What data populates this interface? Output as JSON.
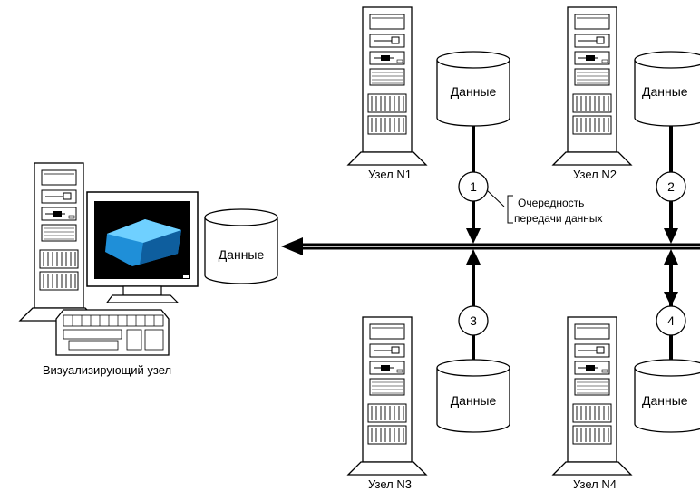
{
  "visual_node": {
    "label": "Визуализирующий узел",
    "storage_label": "Данные"
  },
  "nodes": [
    {
      "label": "Узел N1",
      "storage_label": "Данные",
      "order": "1"
    },
    {
      "label": "Узел N2",
      "storage_label": "Данные",
      "order": "2"
    },
    {
      "label": "Узел N3",
      "storage_label": "Данные",
      "order": "3"
    },
    {
      "label": "Узел N4",
      "storage_label": "Данные",
      "order": "4"
    }
  ],
  "callout": {
    "line1": "Очередность",
    "line2": "передачи данных"
  },
  "colors": {
    "line": "#000000",
    "screen": "#000000",
    "render": "#1f8fd8"
  }
}
